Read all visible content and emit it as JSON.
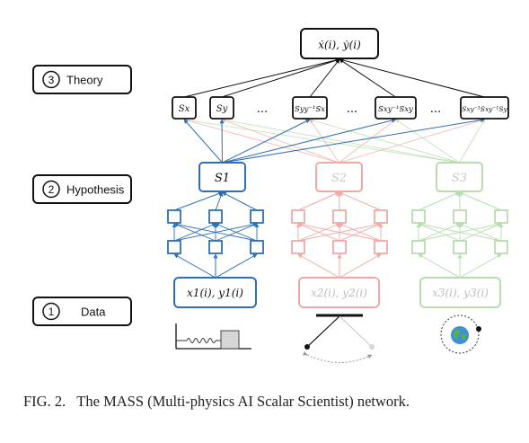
{
  "stages": [
    {
      "number": "3",
      "label": "Theory"
    },
    {
      "number": "2",
      "label": "Hypothesis"
    },
    {
      "number": "1",
      "label": "Data"
    }
  ],
  "output_node": {
    "text": "ẋ(i), ẏ(i)"
  },
  "theory_terms": [
    {
      "text": "Sx"
    },
    {
      "text": "Sy"
    },
    {
      "text": "..."
    },
    {
      "text": "Syy⁻¹Sx"
    },
    {
      "text": "Sxy⁻¹Sxy"
    },
    {
      "text": "..."
    },
    {
      "text": "Sxy⁻¹Sxy⁻¹Sy"
    }
  ],
  "columns": [
    {
      "hypothesis": "S1",
      "data": "x1(i), y1(i)",
      "color": "#2f6fb5"
    },
    {
      "hypothesis": "S2",
      "data": "x2(i), y2(i)",
      "color": "#f0aaa6"
    },
    {
      "hypothesis": "S3",
      "data": "x3(i), y3(i)",
      "color": "#b8dcaf"
    }
  ],
  "caption": {
    "label": "FIG. 2.",
    "text": "The MASS (Multi-physics AI Scalar Scientist) network."
  }
}
